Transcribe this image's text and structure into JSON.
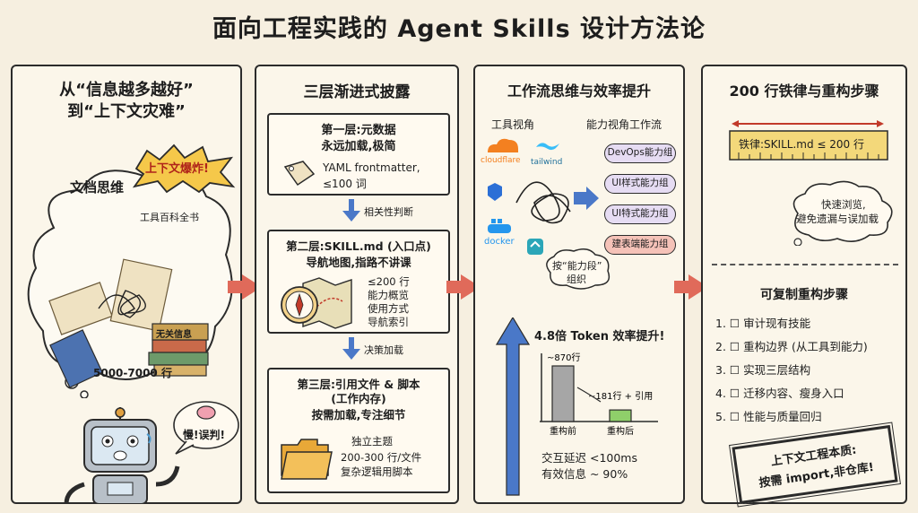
{
  "title": "面向工程实践的 Agent Skills 设计方法论",
  "panel1": {
    "title_line1": "从“信息越多越好”",
    "title_line2": "到“上下文灾难”",
    "explosion": "上下文爆炸!",
    "doc_thinking": "文档思维",
    "tool_encyclopedia": "工具百科全书",
    "book_label": "无关信息",
    "lines": "5000-7000 行",
    "slow": "慢!误判!"
  },
  "panel2": {
    "title": "三层渐进式披露",
    "layer1": {
      "title1": "第一层:元数据",
      "title2": "永远加载,极简",
      "detail1": "YAML frontmatter,",
      "detail2": "≤100 词"
    },
    "relevance": "相关性判断",
    "layer2": {
      "title1": "第二层:SKILL.md (入口点)",
      "title2": "导航地图,指路不讲课",
      "items": [
        "≤200 行",
        "能力概览",
        "使用方式",
        "导航索引"
      ]
    },
    "decision": "决策加载",
    "layer3": {
      "title1": "第三层:引用文件 & 脚本",
      "title2": "(工作内存)",
      "title3": "按需加载,专注细节",
      "items": [
        "独立主题",
        "200-300 行/文件",
        "复杂逻辑用脚本"
      ]
    }
  },
  "panel3": {
    "title": "工作流思维与效率提升",
    "tool_view": "工具视角",
    "capability_view": "能力视角工作流",
    "logos": [
      "cloudflare",
      "tailwind",
      "docker"
    ],
    "groups": [
      "DevOps能力组",
      "UI样式能力组",
      "UI特式能力组",
      "建表端能力组"
    ],
    "organize1": "按“能力段”",
    "organize2": "组织",
    "efficiency": "4.8倍 Token 效率提升!",
    "before_value": "~870行",
    "after_value": "~181行 + 引用",
    "before_label": "重构前",
    "after_label": "重构后",
    "latency": "交互延迟 <100ms",
    "info": "有效信息 ~ 90%"
  },
  "panel4": {
    "title": "200 行铁律与重构步骤",
    "ruler": "铁律:SKILL.md ≤ 200 行",
    "cloud1": "快速浏览,",
    "cloud2": "避免遗漏与误加载",
    "steps_title": "可复制重构步骤",
    "steps": [
      "1. ☐ 审计现有技能",
      "2. ☐ 重构边界 (从工具到能力)",
      "3. ☐ 实现三层结构",
      "4. ☐ 迁移内容、瘦身入口",
      "5. ☐ 性能与质量回归"
    ],
    "stamp1": "上下文工程本质:",
    "stamp2": "按需 import,非仓库!"
  },
  "chart_data": {
    "type": "bar",
    "categories": [
      "重构前",
      "重构后"
    ],
    "values": [
      870,
      181
    ],
    "title": "4.8倍 Token 效率提升!"
  },
  "colors": {
    "accent_red": "#e06a5a",
    "arrow_blue": "#4a78c8",
    "bar_gray": "#a6a6a6",
    "bar_green": "#8fcf6a",
    "group_purple": "#e6dcf3"
  }
}
